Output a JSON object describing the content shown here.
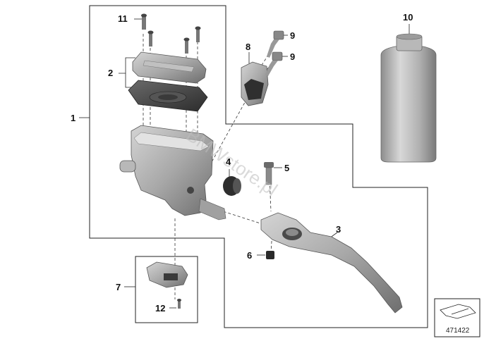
{
  "diagram": {
    "watermark": "BMWstore.pl",
    "reference_number": "471422",
    "part_labels": [
      "1",
      "2",
      "3",
      "4",
      "5",
      "6",
      "7",
      "8",
      "9",
      "9",
      "10",
      "11",
      "12"
    ]
  }
}
